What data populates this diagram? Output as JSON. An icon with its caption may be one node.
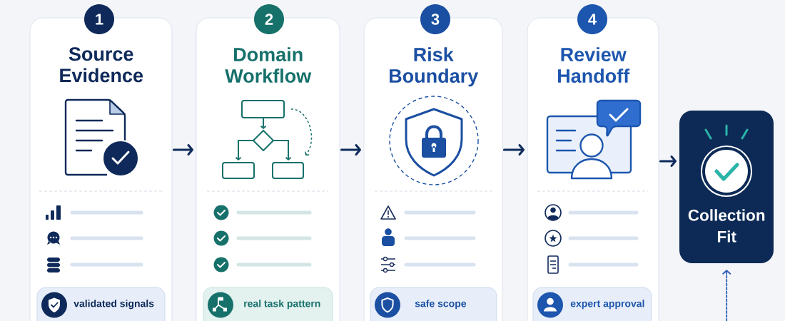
{
  "diagram": {
    "nodes": [
      {
        "text": [
          "1"
        ]
      },
      {
        "text": [
          "Source Evidence"
        ]
      },
      {
        "text": [
          "validated signals"
        ],
        "in": 1
      },
      {
        "text": [
          "2"
        ]
      },
      {
        "text": [
          "Domain Workflow"
        ]
      },
      {
        "text": [
          "real task pattern"
        ],
        "in": 4
      },
      {
        "text": [
          "3"
        ]
      },
      {
        "text": [
          "Risk Boundary"
        ]
      },
      {
        "text": [
          "safe scope"
        ],
        "in": 7
      },
      {
        "text": [
          "4"
        ]
      },
      {
        "text": [
          "Review Handoff"
        ]
      },
      {
        "text": [
          "expert approval"
        ],
        "in": 10
      },
      {
        "text": [
          "Collection Fit"
        ]
      }
    ],
    "edges": [
      {
        "from": 1,
        "to": 4,
        "arrow": "to"
      },
      {
        "from": 4,
        "to": 7,
        "arrow": "to"
      },
      {
        "from": 7,
        "to": 10,
        "arrow": "to"
      },
      {
        "from": 10,
        "to": 12,
        "arrow": "to"
      },
      {
        "from": null,
        "to": 12,
        "arrow": "to",
        "style": "dashed",
        "color": "#2a5fb6"
      }
    ]
  }
}
